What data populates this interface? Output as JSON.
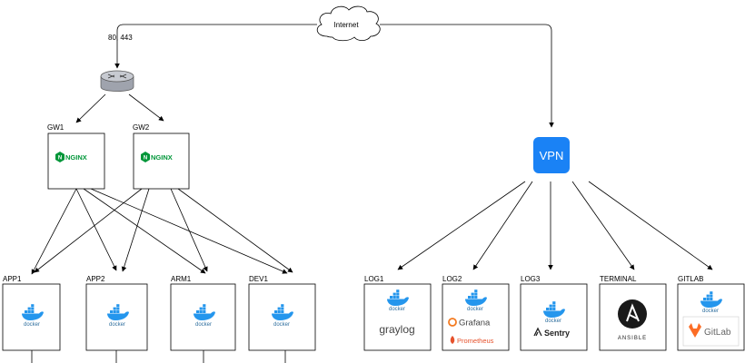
{
  "internet": {
    "label": "Internet"
  },
  "router": {
    "ports_label": "80, 443"
  },
  "vpn": {
    "label": "VPN",
    "color": "#1a82f5"
  },
  "gateways": [
    {
      "label": "GW1",
      "logo_text": "NGINX"
    },
    {
      "label": "GW2",
      "logo_text": "NGINX"
    }
  ],
  "app_nodes": [
    {
      "label": "APP1",
      "logo_text": "docker"
    },
    {
      "label": "APP2",
      "logo_text": "docker"
    },
    {
      "label": "ARM1",
      "logo_text": "docker"
    },
    {
      "label": "DEV1",
      "logo_text": "docker"
    }
  ],
  "vpn_nodes": [
    {
      "label": "LOG1",
      "logo_text": "docker",
      "product_text": "graylog"
    },
    {
      "label": "LOG2",
      "logo_text": "docker",
      "product_text": "Grafana",
      "product2_text": "Prometheus"
    },
    {
      "label": "LOG3",
      "logo_text": "docker",
      "product_text": "Sentry"
    },
    {
      "label": "TERMINAL",
      "product_text": "ANSIBLE"
    },
    {
      "label": "GITLAB",
      "logo_text": "docker",
      "product_text": "GitLab"
    }
  ],
  "colors": {
    "nginx": "#009639",
    "graylog": "#e03f36",
    "grafana": "#f47a20",
    "prometheus": "#e6522c",
    "gitlab": "#fc6d26",
    "docker": "#2496ed"
  }
}
